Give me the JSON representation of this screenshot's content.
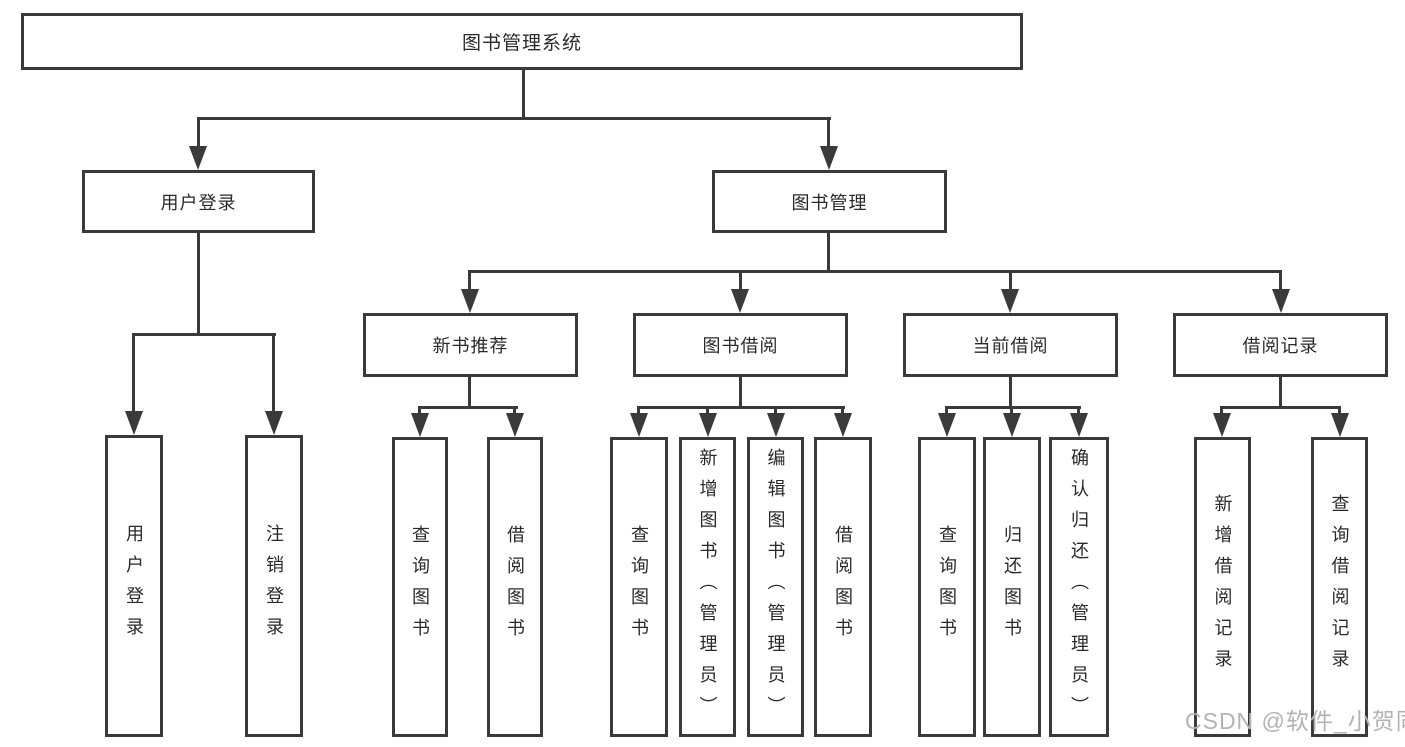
{
  "diagram_title": "图书管理系统",
  "tree": {
    "label": "图书管理系统",
    "children": [
      {
        "label": "用户登录",
        "children": [
          {
            "label": "用户登录"
          },
          {
            "label": "注销登录"
          }
        ]
      },
      {
        "label": "图书管理",
        "children": [
          {
            "label": "新书推荐",
            "children": [
              {
                "label": "查询图书"
              },
              {
                "label": "借阅图书"
              }
            ]
          },
          {
            "label": "图书借阅",
            "children": [
              {
                "label": "查询图书"
              },
              {
                "label": "新增图书（管理员）"
              },
              {
                "label": "编辑图书（管理员）"
              },
              {
                "label": "借阅图书"
              }
            ]
          },
          {
            "label": "当前借阅",
            "children": [
              {
                "label": "查询图书"
              },
              {
                "label": "归还图书"
              },
              {
                "label": "确认归还（管理员）"
              }
            ]
          },
          {
            "label": "借阅记录",
            "children": [
              {
                "label": "新增借阅记录"
              },
              {
                "label": "查询借阅记录"
              }
            ]
          }
        ]
      }
    ]
  },
  "watermark": {
    "text": "CSDN @软件_小贺同学"
  },
  "colors": {
    "line": "#3a3a3a",
    "box_border": "#3a3a3a",
    "text": "#2a2a2a",
    "watermark": "#b3b3b3",
    "background": "#ffffff"
  }
}
